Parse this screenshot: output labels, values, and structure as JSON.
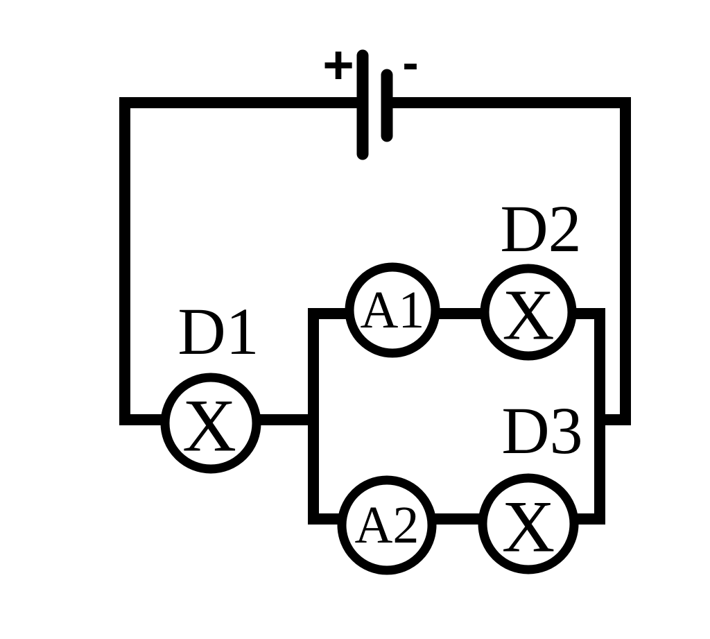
{
  "battery": {
    "plus_sign": "+",
    "minus_sign": "-"
  },
  "components": {
    "D1": {
      "label": "D1",
      "symbol": "X"
    },
    "D2": {
      "label": "D2",
      "symbol": "X"
    },
    "D3": {
      "label": "D3",
      "symbol": "X"
    },
    "A1": {
      "symbol": "A1"
    },
    "A2": {
      "symbol": "A2"
    }
  },
  "colors": {
    "line": "#000000",
    "background": "#ffffff"
  }
}
